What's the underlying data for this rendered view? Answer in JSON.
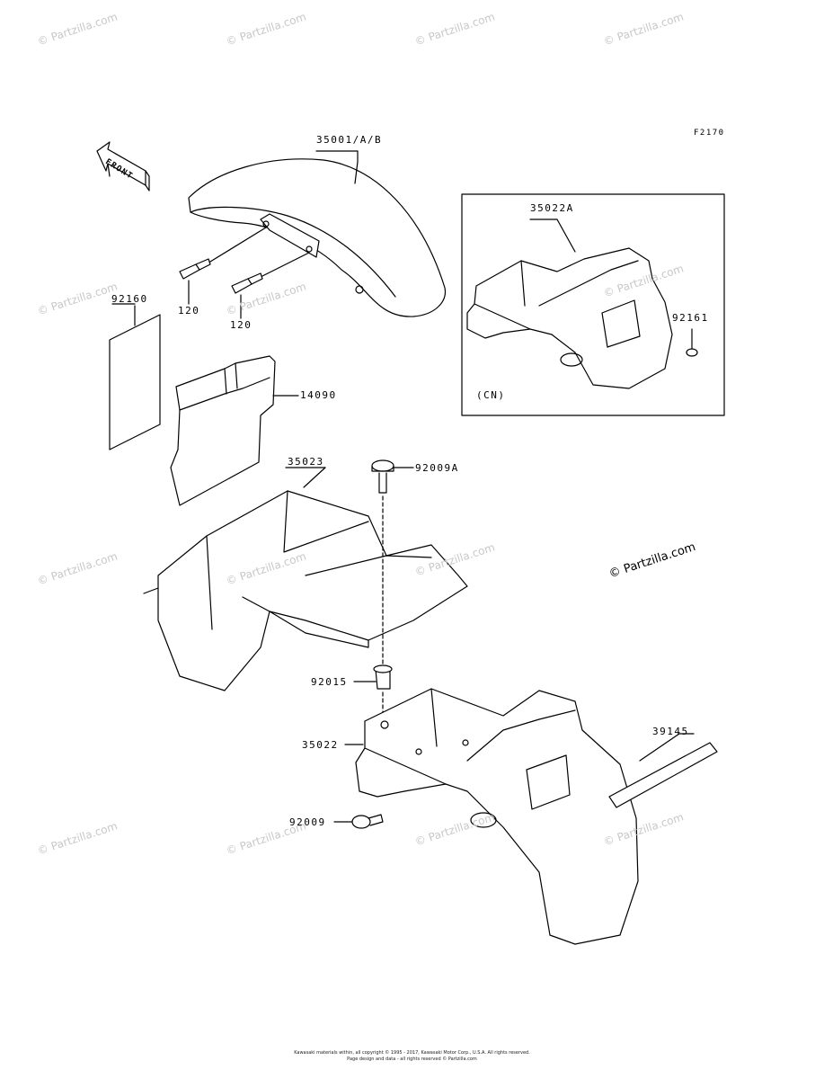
{
  "diagram_id": "F2170",
  "front_marker": "FRONT",
  "region_label": "(CN)",
  "watermark": "© Partzilla.com",
  "copyright": "Kawasaki materials within, all copyright © 1995 - 2017, Kawasaki Motor Corp., U.S.A. All rights reserved.",
  "copyright_line2": "Page design and data - all rights reserved © Partzilla.com",
  "parts": {
    "front_fender": "35001/A/B",
    "bolt_a": "120",
    "bolt_b": "120",
    "pad": "92160",
    "cover": "14090",
    "rear_flap_cn": "35022A",
    "cap": "92161",
    "inner_fender": "35023",
    "bolt_92009a": "92009A",
    "collar": "92015",
    "rear_flap": "35022",
    "bolt_92009": "92009",
    "trim": "39145"
  }
}
